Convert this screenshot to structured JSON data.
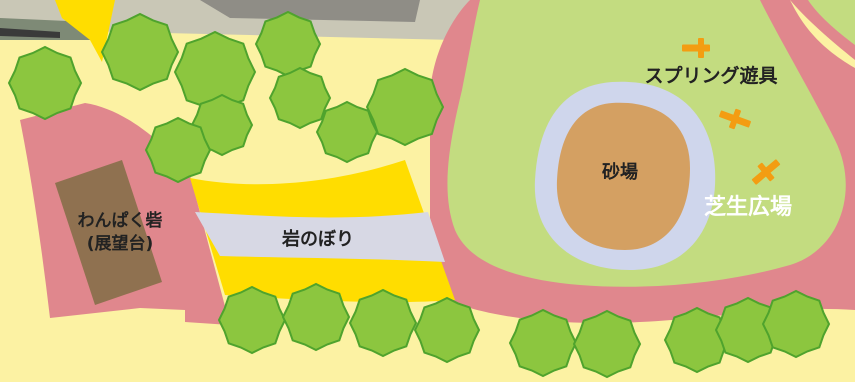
{
  "colors": {
    "ground": "#fcf2a3",
    "path": "#e0878d",
    "lawn": "#c3dc80",
    "sand": "#d4a062",
    "sand_border": "#cfd6ec",
    "bridge": "#ffdd00",
    "rock_path": "#d7d8e4",
    "deck": "#8f7150",
    "tree": "#8cc63f",
    "tree_outline": "#4fa32d",
    "spring_toy": "#f39d12",
    "lawn_label": "#ffffff"
  },
  "labels": {
    "spring_play": "スプリング遊具",
    "sandbox": "砂場",
    "lawn": "芝生広場",
    "rock_climb": "岩のぼり",
    "wanpaku_line1": "わんぱく砦",
    "wanpaku_line2": "(展望台)"
  },
  "icons": {
    "tree": "tree-icon",
    "spring_toy": "spring-toy-icon",
    "corner_marker": "yellow-corner-marker"
  }
}
